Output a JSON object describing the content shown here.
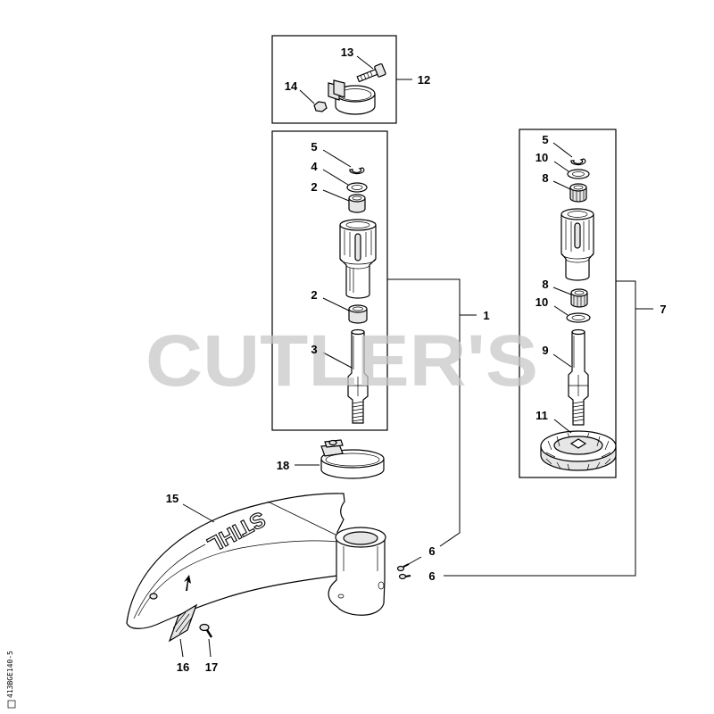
{
  "watermark": "CUTLER'S",
  "guard_logo": "STIHL",
  "drawing_code": "413BGE140-5",
  "callouts": {
    "c1": "1",
    "c2a": "2",
    "c2b": "2",
    "c3": "3",
    "c4": "4",
    "c5a": "5",
    "c5b": "5",
    "c6a": "6",
    "c6b": "6",
    "c7": "7",
    "c8a": "8",
    "c8b": "8",
    "c9": "9",
    "c10a": "10",
    "c10b": "10",
    "c11": "11",
    "c12": "12",
    "c13": "13",
    "c14": "14",
    "c15": "15",
    "c16": "16",
    "c17": "17",
    "c18": "18"
  },
  "colors": {
    "ink": "#000000",
    "watermark": "#c8c8c8",
    "background": "#ffffff"
  }
}
